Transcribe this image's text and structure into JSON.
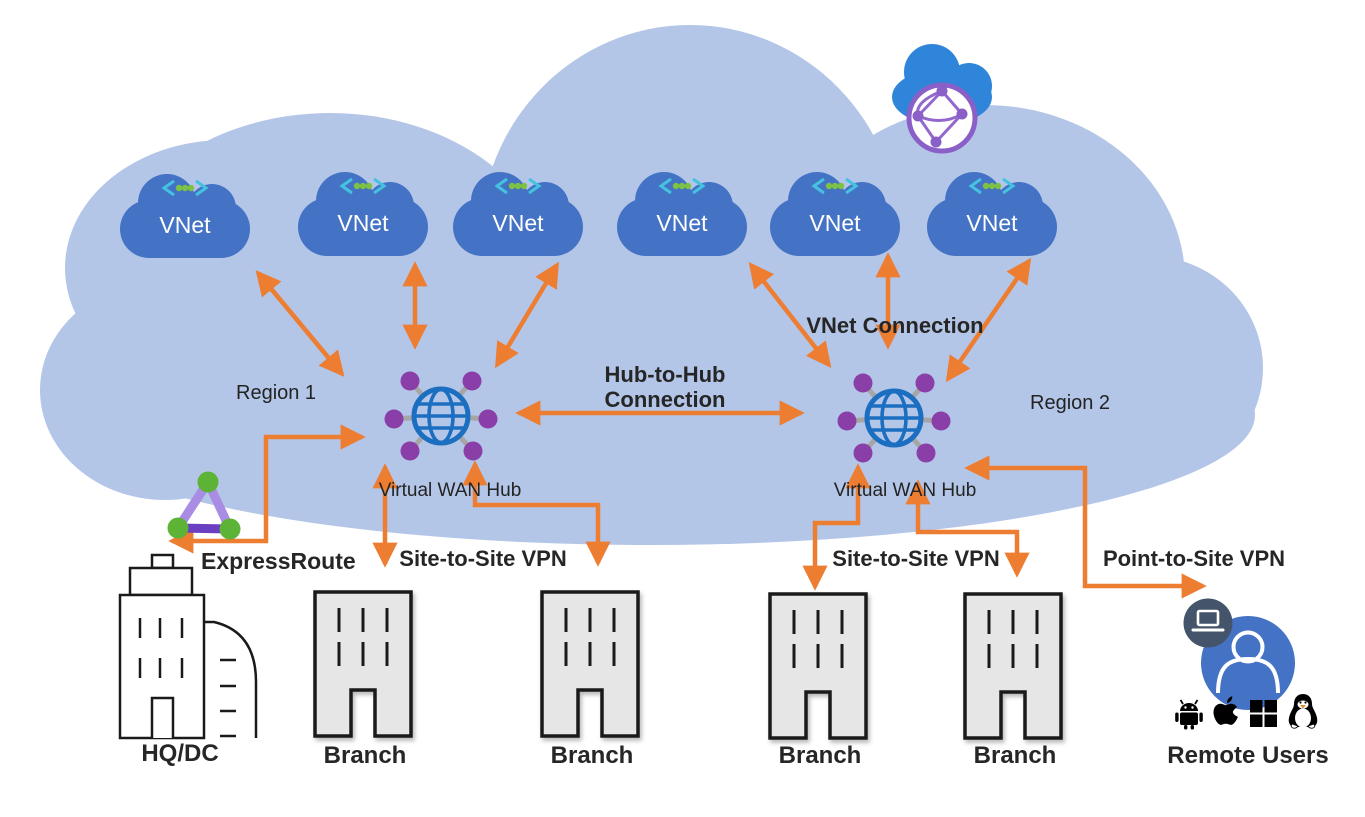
{
  "diagram": {
    "regions": [
      {
        "label": "Region 1"
      },
      {
        "label": "Region 2"
      }
    ],
    "vnets": [
      {
        "label": "VNet"
      },
      {
        "label": "VNet"
      },
      {
        "label": "VNet"
      },
      {
        "label": "VNet"
      },
      {
        "label": "VNet"
      },
      {
        "label": "VNet"
      }
    ],
    "hubs": [
      {
        "label": "Virtual WAN Hub"
      },
      {
        "label": "Virtual WAN Hub"
      }
    ],
    "connections": {
      "vnet": {
        "label": "VNet Connection"
      },
      "hub_to_hub": {
        "label_line1": "Hub-to-Hub",
        "label_line2": "Connection"
      },
      "express_route": {
        "label": "ExpressRoute"
      },
      "site_to_site_left": {
        "label": "Site-to-Site VPN"
      },
      "site_to_site_right": {
        "label": "Site-to-Site VPN"
      },
      "point_to_site": {
        "label": "Point-to-Site VPN"
      }
    },
    "sites": {
      "hq": {
        "label": "HQ/DC"
      },
      "branches": [
        {
          "label": "Branch"
        },
        {
          "label": "Branch"
        },
        {
          "label": "Branch"
        },
        {
          "label": "Branch"
        }
      ],
      "remote_users": {
        "label": "Remote Users"
      }
    },
    "icons": [
      "azure-cloud-icon",
      "vnet-icon",
      "virtual-wan-hub-icon",
      "expressroute-icon",
      "hq-building-icon",
      "branch-building-icon",
      "remote-user-icon",
      "laptop-icon",
      "android-icon",
      "apple-icon",
      "windows-icon",
      "linux-icon"
    ],
    "colors": {
      "cloud": "#b4c6e8",
      "vnet_blue": "#4472c4",
      "arrow_orange": "#ed7d31",
      "hub_purple": "#8a3fa8",
      "globe_blue": "#1b6ec0",
      "building_gray": "#e7e6e6",
      "er_purple": "#a98de5",
      "er_green": "#5cb335",
      "user_blue": "#4472c4",
      "laptop_slate": "#44546a"
    }
  }
}
